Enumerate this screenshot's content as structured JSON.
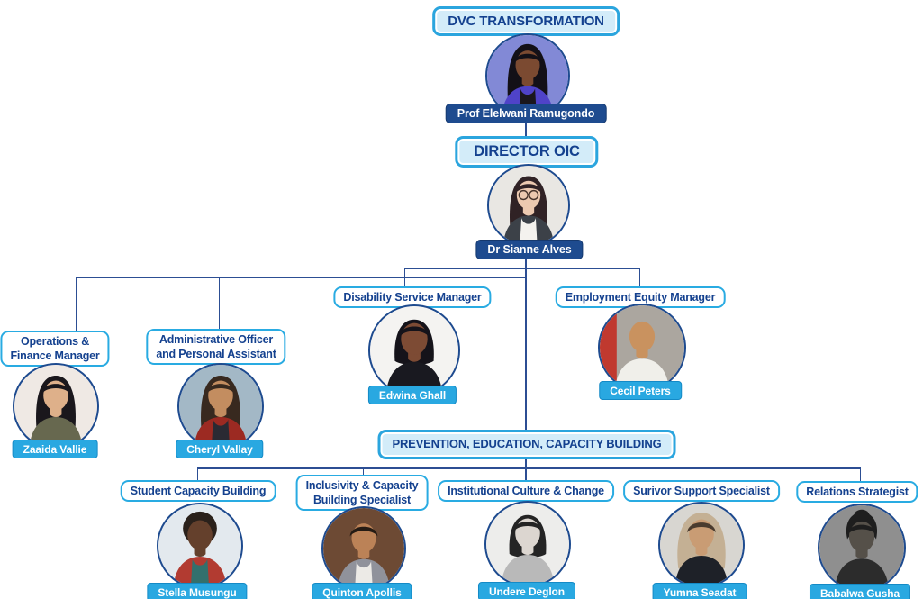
{
  "brand": {
    "navy_tag": "#1e4b8f",
    "cyan_tag": "#29a8e1",
    "cyan_border": "#29abe2",
    "banner_fill": "#d3ecf9",
    "text_navy": "#14418f",
    "connector_line": "#2c4e93"
  },
  "nodes": [
    {
      "id": "dvc",
      "type": "person",
      "role": "DVC TRANSFORMATION",
      "name": "Prof Elelwani Ramugondo",
      "tag_style": "navy",
      "avatar": {
        "bg": "#8289d6",
        "skin": "#7b4a31",
        "hair": "#131017",
        "hair_style": "braids",
        "top": "#4f43c8",
        "top2": "#1a171d"
      }
    },
    {
      "id": "director",
      "type": "person",
      "role": "DIRECTOR OIC",
      "name": "Dr Sianne Alves",
      "tag_style": "navy",
      "avatar": {
        "bg": "#e9e7e3",
        "skin": "#ecc9b0",
        "hair": "#302225",
        "hair_style": "long",
        "top": "#3c4148",
        "top2": "#f4f2ee",
        "glasses": true
      }
    },
    {
      "id": "operations",
      "type": "person",
      "role": "Operations &\nFinance Manager",
      "name": "Zaaida Vallie",
      "tag_style": "cyan",
      "avatar": {
        "bg": "#efe9e4",
        "skin": "#deb08a",
        "hair": "#1a171c",
        "hair_style": "long",
        "top": "#67684f"
      }
    },
    {
      "id": "admin",
      "type": "person",
      "role": "Administrative Officer\nand Personal Assistant",
      "name": "Cheryl Vallay",
      "tag_style": "cyan",
      "avatar": {
        "bg": "#a3b8c6",
        "skin": "#c38d60",
        "hair": "#38291f",
        "hair_style": "long",
        "top": "#9c2a22",
        "top2": "#2a2a33"
      }
    },
    {
      "id": "disability",
      "type": "person",
      "role": "Disability Service Manager",
      "name": "Edwina Ghall",
      "tag_style": "cyan",
      "avatar": {
        "bg": "#f4f3f1",
        "skin": "#7d4b34",
        "hair": "#15131a",
        "hair_style": "bob",
        "top": "#191920"
      }
    },
    {
      "id": "employment",
      "type": "person",
      "role": "Employment Equity Manager",
      "name": "Cecil Peters",
      "tag_style": "cyan",
      "avatar": {
        "bg": "#aba69f",
        "bg2": "#c0392f",
        "skin": "#c9925f",
        "hair": "#8a7a66",
        "hair_style": "bald",
        "top": "#f0efea"
      }
    },
    {
      "id": "prevention",
      "type": "group",
      "role": "PREVENTION, EDUCATION, CAPACITY BUILDING"
    },
    {
      "id": "student",
      "type": "person",
      "role": "Student Capacity Building",
      "name": "Stella Musungu",
      "tag_style": "cyan",
      "avatar": {
        "bg": "#e3e9ee",
        "skin": "#64402c",
        "hair": "#2a211b",
        "hair_style": "afro",
        "top": "#b23b31",
        "top2": "#33706d"
      }
    },
    {
      "id": "inclusivity",
      "type": "person",
      "role": "Inclusivity & Capacity\nBuilding Specialist",
      "name": "Quinton Apollis",
      "tag_style": "cyan",
      "avatar": {
        "bg": "#6d4a34",
        "skin": "#bb8257",
        "hair": "#241b14",
        "hair_style": "short",
        "top": "#90929b",
        "top2": "#eceae6"
      }
    },
    {
      "id": "institutional",
      "type": "person",
      "role": "Institutional Culture & Change",
      "name": "Undere Deglon",
      "tag_style": "cyan",
      "avatar": {
        "bg": "#ededeb",
        "skin": "#dcd6d0",
        "hair": "#242424",
        "hair_style": "bob",
        "top": "#b9b9b9"
      }
    },
    {
      "id": "survivor",
      "type": "person",
      "role": "Surivor Support Specialist",
      "name": "Yumna Seadat",
      "tag_style": "cyan",
      "avatar": {
        "bg": "#d8d6d1",
        "skin": "#c99c74",
        "hair": "#c4b094",
        "hair2": "#4a3b2e",
        "hair_style": "curly",
        "top": "#1e2128"
      }
    },
    {
      "id": "relations",
      "type": "person",
      "role": "Relations Strategist",
      "name": "Babalwa Gusha",
      "tag_style": "cyan",
      "avatar": {
        "bg": "#8f8f8f",
        "skin": "#555049",
        "hair": "#1e1e1e",
        "hair_style": "updo",
        "top": "#2c2c2c"
      }
    }
  ]
}
